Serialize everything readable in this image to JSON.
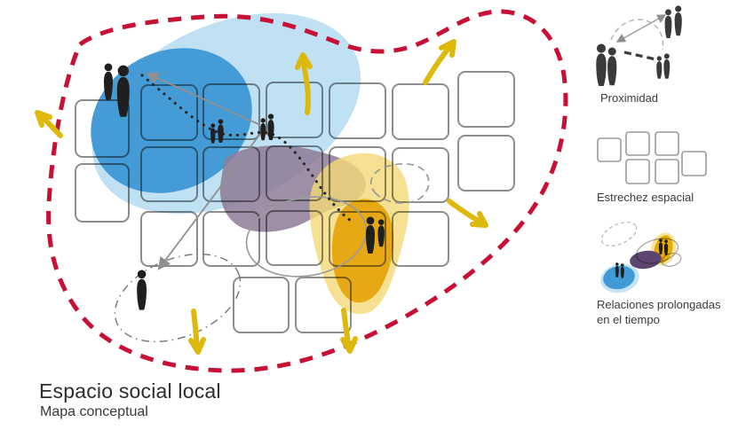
{
  "title": {
    "main": "Espacio social local",
    "subtitle": "Mapa conceptual"
  },
  "legend": {
    "items": [
      {
        "id": "proximidad",
        "label": "Proximidad"
      },
      {
        "id": "estrechez-espacial",
        "label": "Estrechez espacial"
      },
      {
        "id": "relaciones-prolongadas",
        "label": "Relaciones prolongadas en el tiempo"
      }
    ]
  },
  "diagram": {
    "boundary": {
      "shape": "organic-bean",
      "stroke_style": "dashed",
      "color": "#c81036"
    },
    "grid": {
      "square_count": 21,
      "stroke_color": "#8d8d8d",
      "fill": "#ffffff"
    },
    "zones": [
      {
        "name": "blue-zone",
        "core_color": "#3e97d4",
        "halo_color": "#b5dcf2",
        "figures": 2
      },
      {
        "name": "purple-zone",
        "core_color": "#8e7b97",
        "figures": 0
      },
      {
        "name": "yellow-zone",
        "core_color": "#e6a70f",
        "halo_color": "#f4d977",
        "figures": 2
      }
    ],
    "figure_groups": [
      {
        "name": "pair-in-blue-zone",
        "count": 2
      },
      {
        "name": "pair-mid-left",
        "count": 2
      },
      {
        "name": "pair-mid-right",
        "count": 2
      },
      {
        "name": "pair-in-yellow-zone",
        "count": 2
      },
      {
        "name": "single-bottom-left",
        "count": 1
      }
    ],
    "arrows": {
      "yellow_outward_count": 6,
      "yellow_color": "#ddb90c",
      "gray_relation_count": 2,
      "gray_color": "#8f8f8f",
      "dotted_trail_count": 1,
      "dotted_color": "#2a2a2a"
    },
    "dashed_outline_shapes": {
      "gray_dashed_blob": 1,
      "gray_solid_ellipse": 1,
      "dashdot_ellipse": 1
    }
  }
}
